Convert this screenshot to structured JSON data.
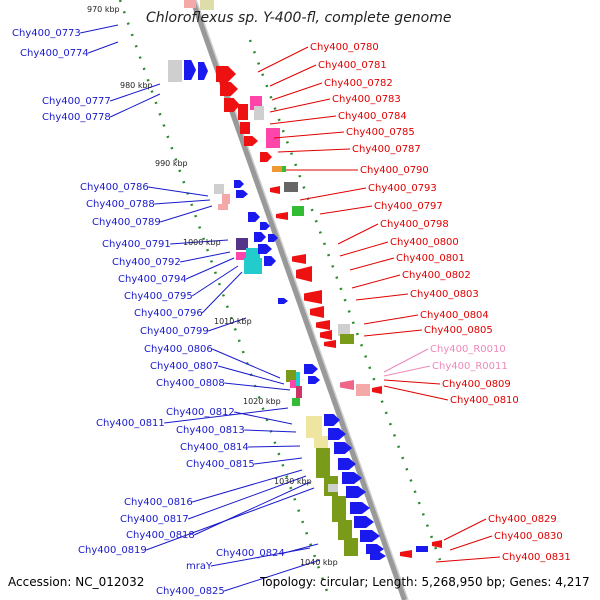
{
  "title": "Chloroflexus sp. Y-400-fl, complete genome",
  "accession": "Accession: NC_012032",
  "topology": "Topology: circular; Length: 5,268,950 bp; Genes: 4,217",
  "colors": {
    "left_label": "#1a1acc",
    "right_label": "#e00000",
    "rna_label": "#ee88bb",
    "backbone": "#999999",
    "dotted": "#2a8a2a"
  },
  "scale_marks": [
    "970 kbp",
    "980 kbp",
    "990 kbp",
    "1000 kbp",
    "1010 kbp",
    "1020 kbp",
    "1030 kbp",
    "1040 kbp"
  ],
  "left_genes": [
    "Chy400_0773",
    "Chy400_0774",
    "Chy400_0777",
    "Chy400_0778",
    "Chy400_0786",
    "Chy400_0788",
    "Chy400_0789",
    "Chy400_0791",
    "Chy400_0792",
    "Chy400_0794",
    "Chy400_0795",
    "Chy400_0796",
    "Chy400_0799",
    "Chy400_0806",
    "Chy400_0807",
    "Chy400_0808",
    "Chy400_0811",
    "Chy400_0812",
    "Chy400_0813",
    "Chy400_0814",
    "Chy400_0815",
    "Chy400_0816",
    "Chy400_0817",
    "Chy400_0818",
    "Chy400_0819",
    "mraY",
    "Chy400_0824",
    "Chy400_0825"
  ],
  "right_genes": [
    "Chy400_0780",
    "Chy400_0781",
    "Chy400_0782",
    "Chy400_0783",
    "Chy400_0784",
    "Chy400_0785",
    "Chy400_0787",
    "Chy400_0790",
    "Chy400_0793",
    "Chy400_0797",
    "Chy400_0798",
    "Chy400_0800",
    "Chy400_0801",
    "Chy400_0802",
    "Chy400_0803",
    "Chy400_0804",
    "Chy400_0805",
    "Chy400_R0010",
    "Chy400_R0011",
    "Chy400_0809",
    "Chy400_0810",
    "Chy400_0829",
    "Chy400_0830",
    "Chy400_0831"
  ]
}
